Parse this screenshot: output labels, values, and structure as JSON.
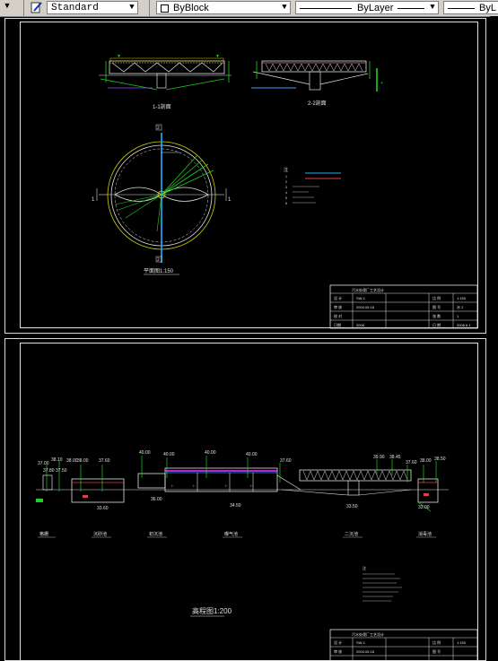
{
  "toolbar": {
    "text_style": "Standard",
    "color": "ByBlock",
    "linetype": "ByLayer",
    "lineweight_partial": "ByL"
  },
  "sheet1": {
    "section_1_label": "1-1剖面",
    "section_2_label": "2-2剖面",
    "plan_label": "平面图1:150",
    "marker_top": "2",
    "marker_bottom": "2",
    "marker_left": "1",
    "marker_right": "1",
    "legend_title": "注",
    "legend_items": [
      "1",
      "2",
      "3",
      "4",
      "5",
      "6"
    ],
    "titleblock": {
      "header": "污水处理厂工艺设计",
      "rows": [
        [
          "设 计",
          "SW-1",
          "",
          "比 例",
          "1:150"
        ],
        [
          "审 核",
          "2004.06.18",
          "",
          "图 号",
          "水 2"
        ],
        [
          "校 对",
          "",
          "",
          "张 数",
          "1"
        ],
        [
          "日期",
          "2008",
          "",
          "日 期",
          "2008.6.1"
        ]
      ]
    }
  },
  "sheet2": {
    "elevations_left": [
      "37.00",
      "38.10",
      "37.80",
      "37.50",
      "38.00",
      "37.60",
      "38.00"
    ],
    "elevations_mid": [
      "40.00",
      "40.00",
      "40.00",
      "40.00",
      "37.60"
    ],
    "elevations_right": [
      "39.90",
      "38.45",
      "37.60",
      "38.00",
      "38.50"
    ],
    "bottom_elevations": [
      "33.60",
      "36.00",
      "34.50",
      "33.50",
      "33.00"
    ],
    "unit_labels": [
      "格栅",
      "沉砂池",
      "初沉池",
      "曝气池",
      "二沉池",
      "消毒池"
    ],
    "scale_label": "高程图1:200",
    "notes_title": "注",
    "titleblock": {
      "header": "污水处理厂工艺设计",
      "rows": [
        [
          "设 计",
          "SW-1",
          "",
          "比 例",
          "1:150"
        ],
        [
          "审 核",
          "2004.06.18",
          "",
          "图 号",
          ""
        ]
      ]
    }
  }
}
